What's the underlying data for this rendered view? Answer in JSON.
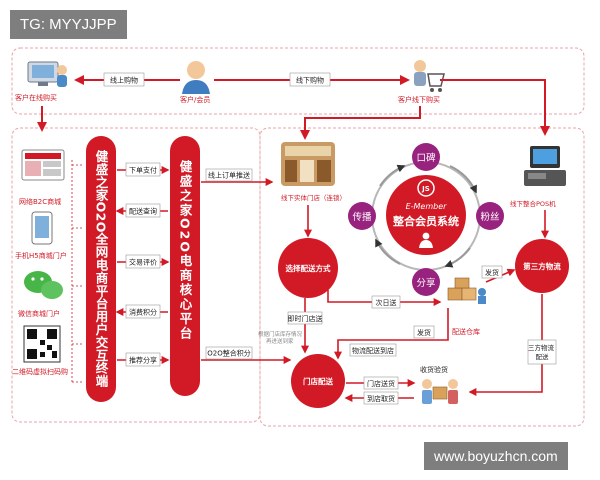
{
  "watermarks": {
    "top_left": "TG: MYYJJPP",
    "bottom_right": "www.boyuzhcn.com"
  },
  "colors": {
    "red": "#d21a26",
    "purple": "#98237f",
    "border": "#e9a4a8",
    "arrow_label_bg": "#ffffff"
  },
  "top": {
    "online_buy": "客户在线购买",
    "customer": "客户/会员",
    "offline_buy": "客户线下购买",
    "arrow_online": "线上购物",
    "arrow_offline": "线下购物"
  },
  "channels": [
    "网络B2C商城",
    "手机H5商城门户",
    "微信商城门户",
    "二维码虚拟扫码购"
  ],
  "pillar_left": "健盛之家O2O全网电商平台用户交互终端",
  "pillar_right": "健盛之家O2O电商核心平台",
  "flow_labels": [
    "下单支付",
    "配送查询",
    "交易评价",
    "消费积分",
    "推荐分享"
  ],
  "core_out": {
    "online_order": "线上订单推送",
    "o2o_points": "O2O整合积分"
  },
  "store": "线下实体门店（连锁）",
  "pos": "线下整合POS机",
  "member": {
    "brand": "E-Member",
    "title": "整合会员系统",
    "nodes": [
      "口碑",
      "粉丝",
      "分享",
      "传播"
    ]
  },
  "delivery": {
    "choose": "选择配送方式",
    "third_party": "第三方物流",
    "instant_store": "即时门店送",
    "next_day": "次日送",
    "ship1": "发货",
    "ship2": "发货",
    "warehouse": "配送仓库",
    "store_delivery": "门店配送",
    "logistics_to_store": "物流配送到店",
    "third_party_delivery": "三方物流配送",
    "store_pickup": "门店送货",
    "home_delivery": "到店取货",
    "receipt": "收货验货",
    "store_note": "根据门店库存情况\n再进送到家"
  }
}
